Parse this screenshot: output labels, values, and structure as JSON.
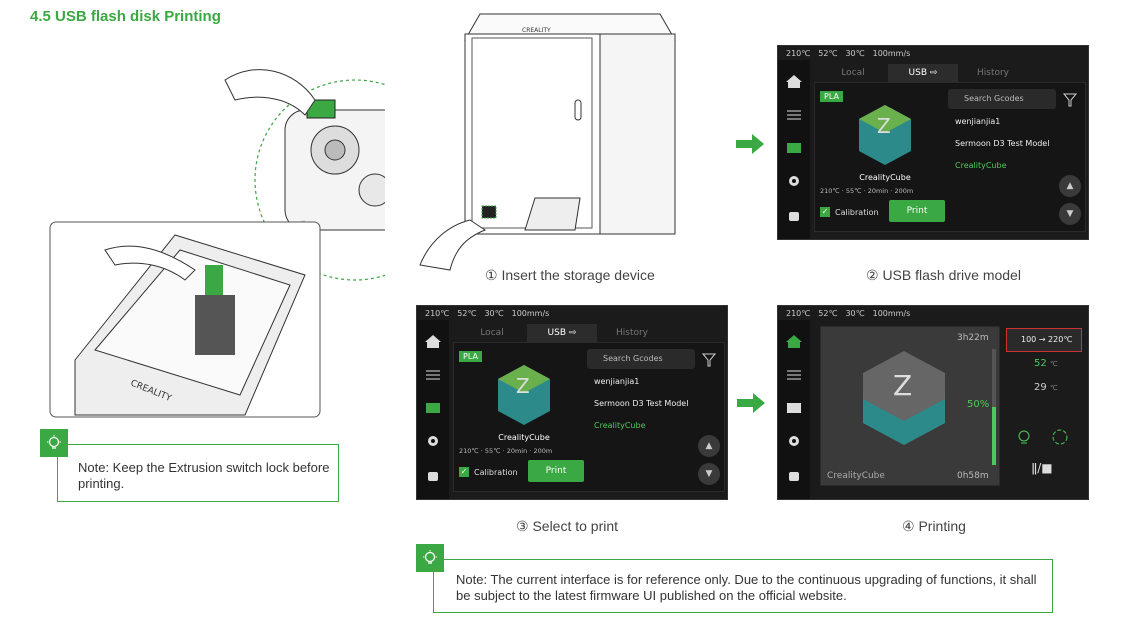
{
  "section_title": "4.5 USB flash disk Printing",
  "steps": {
    "step1": "① Insert the storage device",
    "step2": "② USB flash drive model",
    "step3": "③ Select to print",
    "step4": "④ Printing"
  },
  "notes": {
    "left": "Note: Keep the Extrusion switch lock before printing.",
    "bottom": "Note: The current interface is for reference only. Due to the continuous upgrading of functions, it shall be subject to the latest firmware UI published on the official website."
  },
  "printer_brand": "CREALITY",
  "screen_files": {
    "status": {
      "nozzle": "210℃",
      "bed": "52℃",
      "chamber": "30℃",
      "speed": "100mm/s"
    },
    "tabs": [
      "Local",
      "USB ⇨",
      "History"
    ],
    "material": "PLA",
    "search_placeholder": "Search Gcodes",
    "files": [
      "wenjianjia1",
      "Sermoon D3 Test Model",
      "CrealityCube"
    ],
    "model_name": "CrealityCube",
    "model_meta": {
      "nozzle": "210℃",
      "bed": "55℃",
      "time": "20min",
      "length": "200m"
    },
    "calibration_label": "Calibration",
    "print_label": "Print"
  },
  "screen_printing": {
    "status": {
      "nozzle": "210℃",
      "bed": "52℃",
      "chamber": "30℃",
      "speed": "100mm/s"
    },
    "elapsed": "3h22m",
    "remaining": "0h58m",
    "progress_label": "50%",
    "progress": 0.5,
    "model_name": "CrealityCube",
    "nozzle_temp": "100 → 220℃",
    "bed_temp": "52",
    "bed_unit": "℃",
    "chamber_temp": "29",
    "chamber_unit": "℃"
  },
  "colors": {
    "accent": "#3aa843",
    "screen_bg": "#1b1b1b"
  }
}
